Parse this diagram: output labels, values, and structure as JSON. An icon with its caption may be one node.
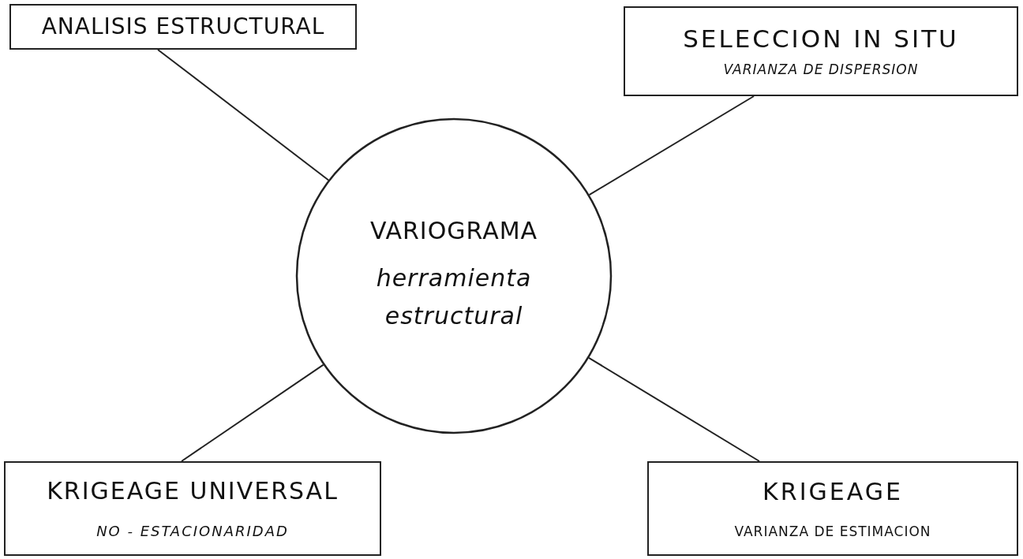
{
  "diagram": {
    "nodes": [
      {
        "text": [
          "VARIOGRAMA",
          "herramienta estructural"
        ]
      },
      {
        "text": [
          "ANALISIS ESTRUCTURAL"
        ]
      },
      {
        "text": [
          "SELECCION IN SITU",
          "VARIANZA DE DISPERSION"
        ]
      },
      {
        "text": [
          "KRIGEAGE UNIVERSAL",
          "NO - ESTACIONARIDAD"
        ]
      },
      {
        "text": [
          "KRIGEAGE",
          "VARIANZA DE ESTIMACION"
        ]
      }
    ],
    "edges": [
      {
        "from": 1,
        "to": 0,
        "arrow": "none"
      },
      {
        "from": 2,
        "to": 0,
        "arrow": "none"
      },
      {
        "from": 3,
        "to": 0,
        "arrow": "none"
      },
      {
        "from": 4,
        "to": 0,
        "arrow": "none"
      }
    ]
  }
}
